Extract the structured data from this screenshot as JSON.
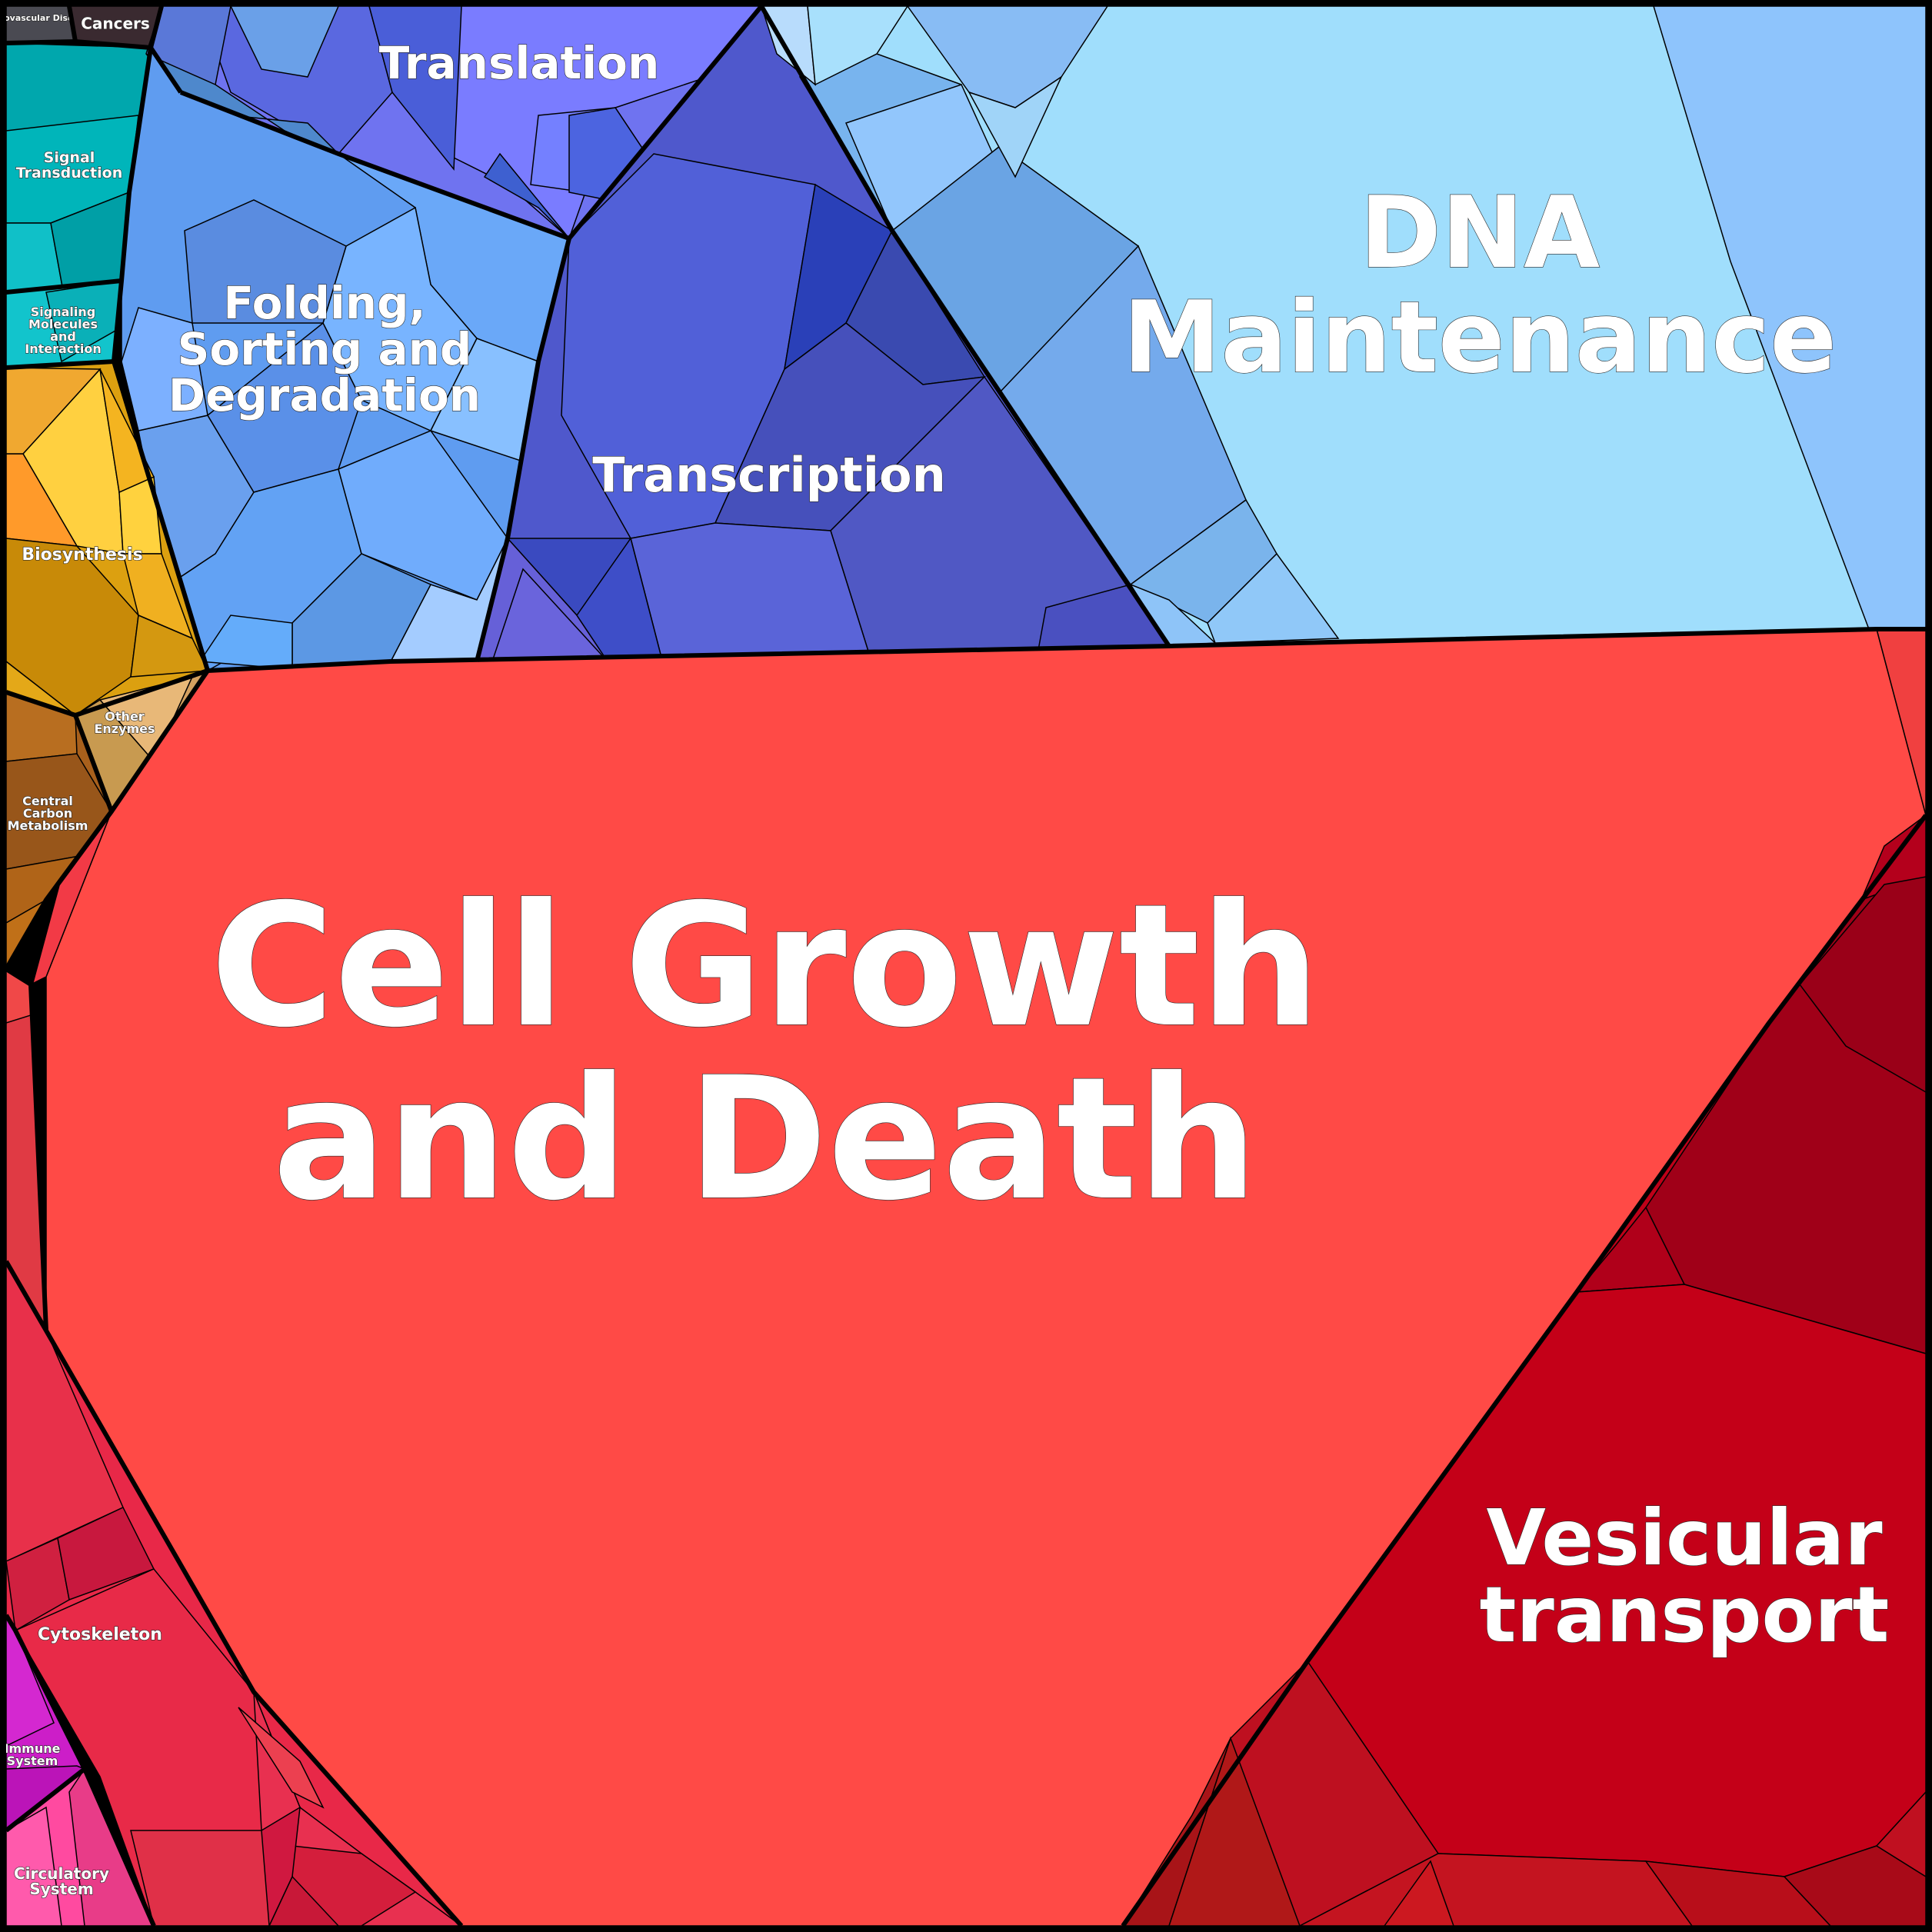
{
  "diagram": {
    "type": "voronoi-treemap",
    "categories": [
      {
        "id": "cardio",
        "label": "Cardiovascular Diseases",
        "color": "#4a4a52"
      },
      {
        "id": "cancers",
        "label": "Cancers",
        "color": "#3a2a30"
      },
      {
        "id": "signal",
        "label": "Signal Transduction",
        "color": "#00a7ad"
      },
      {
        "id": "signaling",
        "label": "Signaling Molecules and Interaction",
        "color": "#12c4cc"
      },
      {
        "id": "translation",
        "label": "Translation",
        "color": "#6f73f0"
      },
      {
        "id": "folding",
        "label": "Folding, Sorting and Degradation",
        "color": "#5f9cf0"
      },
      {
        "id": "transcription",
        "label": "Transcription",
        "color": "#4f58cc"
      },
      {
        "id": "dna",
        "label": "DNA Maintenance",
        "color": "#a0defc"
      },
      {
        "id": "biosynthesis",
        "label": "Biosynthesis",
        "color": "#dca010"
      },
      {
        "id": "other",
        "label": "Other Enzymes",
        "color": "#d4a060"
      },
      {
        "id": "central",
        "label": "Central Carbon Metabolism",
        "color": "#a8601c"
      },
      {
        "id": "cellgrowth",
        "label": "Cell Growth and Death",
        "color": "#ff4a46"
      },
      {
        "id": "vesicular",
        "label": "Vesicular transport",
        "color": "#be0018"
      },
      {
        "id": "cytoskeleton",
        "label": "Cytoskeleton",
        "color": "#e82848"
      },
      {
        "id": "immune",
        "label": "Immune System",
        "color": "#cc1ec8"
      },
      {
        "id": "circulatory",
        "label": "Circulatory System",
        "color": "#ff4aa0"
      }
    ]
  }
}
